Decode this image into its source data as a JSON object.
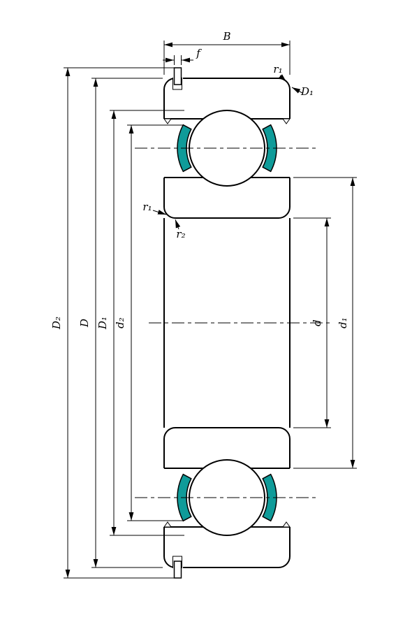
{
  "colors": {
    "bearing": "#0f9b99",
    "line": "#000000",
    "background": "#ffffff"
  },
  "dimension_labels": {
    "width": "B",
    "snap_ring_width": "f",
    "corner_radius_outer": "r₁",
    "outer_corner_callout": "D₁",
    "corner_radius_inner": "r₁",
    "bore_corner_radius": "r₂",
    "snap_ring_outside_diameter": "D₂",
    "outside_diameter": "D",
    "raceway_diameter": "D₁",
    "shoulder_diameter": "d₂",
    "bore_diameter": "d",
    "inner_shoulder_diameter": "d₁"
  }
}
